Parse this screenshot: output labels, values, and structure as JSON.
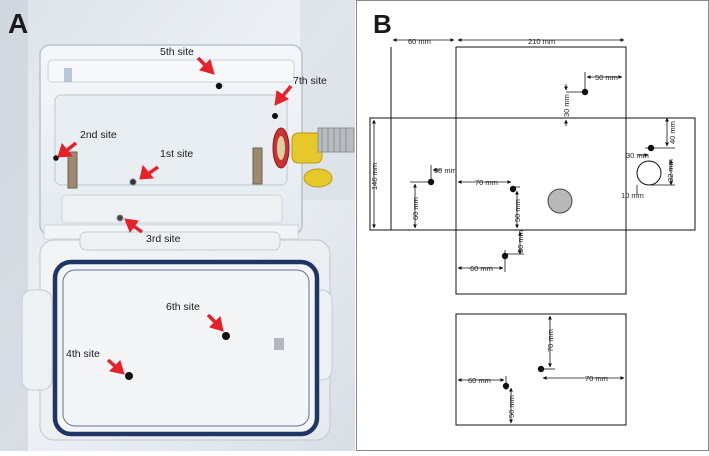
{
  "panelA": {
    "label": "A",
    "sites": [
      {
        "key": "s5",
        "text": "5th site"
      },
      {
        "key": "s7",
        "text": "7th site"
      },
      {
        "key": "s2",
        "text": "2nd site"
      },
      {
        "key": "s1",
        "text": "1st site"
      },
      {
        "key": "s3",
        "text": "3rd site"
      },
      {
        "key": "s6",
        "text": "6th site"
      },
      {
        "key": "s4",
        "text": "4th site"
      }
    ],
    "colors": {
      "arrow": "#e8202a",
      "lid_seal": "#1f3565",
      "background": "#e9eef3"
    }
  },
  "panelB": {
    "label": "B",
    "dims": {
      "d60top": "60 mm",
      "d210": "210 mm",
      "d50": "50 mm",
      "d30a": "30 mm",
      "d40": "40 mm",
      "d30b": "30 mm",
      "d32": "32 mm",
      "d10": "10 mm",
      "d140": "140 mm",
      "d30c": "30 mm",
      "d60left": "60 mm",
      "d70": "70 mm",
      "d50v": "50 mm",
      "d30d": "30 mm",
      "d60bot": "60 mm",
      "d70v": "70 mm",
      "d60lid": "60 mm",
      "d70lid": "70 mm",
      "d50lid": "50 mm"
    }
  }
}
